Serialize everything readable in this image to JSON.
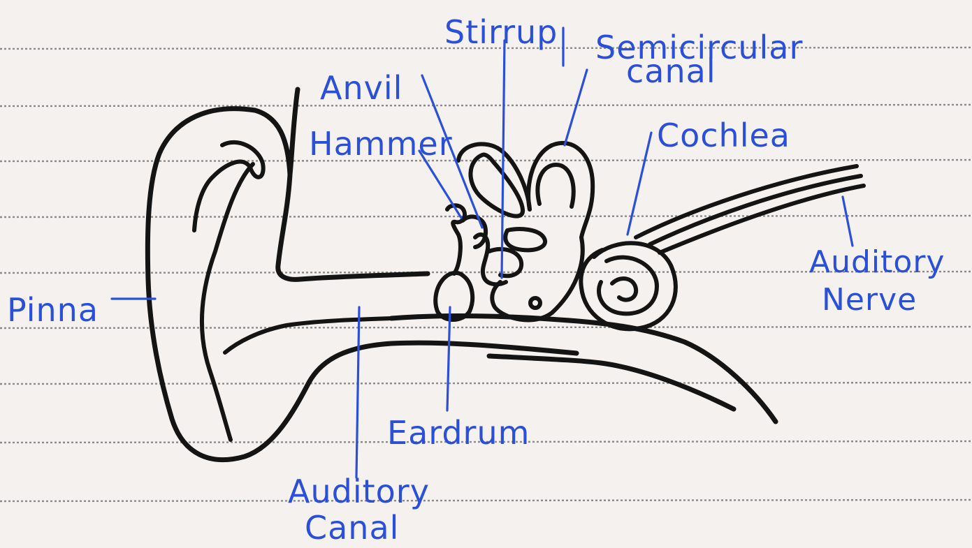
{
  "diagram": {
    "labels": {
      "stirrup": "Stirrup",
      "semicircular_line1": "Semicircular",
      "semicircular_line2": "canal",
      "anvil": "Anvil",
      "hammer": "Hammer",
      "cochlea": "Cochlea",
      "pinna": "Pinna",
      "auditory_nerve_line1": "Auditory",
      "auditory_nerve_line2": "Nerve",
      "eardrum": "Eardrum",
      "auditory_canal_line1": "Auditory",
      "auditory_canal_line2": "Canal"
    }
  },
  "colors": {
    "paper": "#f4f1ee",
    "ruled_lines": "#8a8a8a",
    "ink": "#141414",
    "label_ink": "#2a4fd8"
  }
}
